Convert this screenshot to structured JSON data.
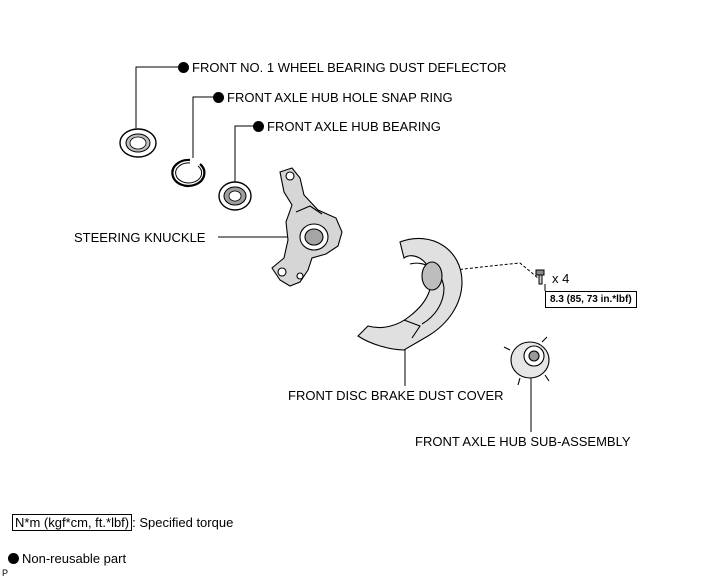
{
  "labels": {
    "dust_deflector": "FRONT NO. 1 WHEEL BEARING DUST DEFLECTOR",
    "snap_ring": "FRONT AXLE HUB HOLE SNAP RING",
    "hub_bearing": "FRONT AXLE HUB BEARING",
    "steering_knuckle": "STEERING KNUCKLE",
    "disc_brake_dust_cover": "FRONT DISC BRAKE DUST COVER",
    "hub_sub_assembly": "FRONT AXLE HUB SUB-ASSEMBLY"
  },
  "bolt_quantity": "x 4",
  "torque_spec": "8.3 (85, 73 in.*lbf)",
  "legend": {
    "torque_unit": "N*m (kgf*cm, ft.*lbf)",
    "torque_desc": ": Specified torque",
    "non_reusable": "Non-reusable part"
  },
  "corner_mark": "P"
}
